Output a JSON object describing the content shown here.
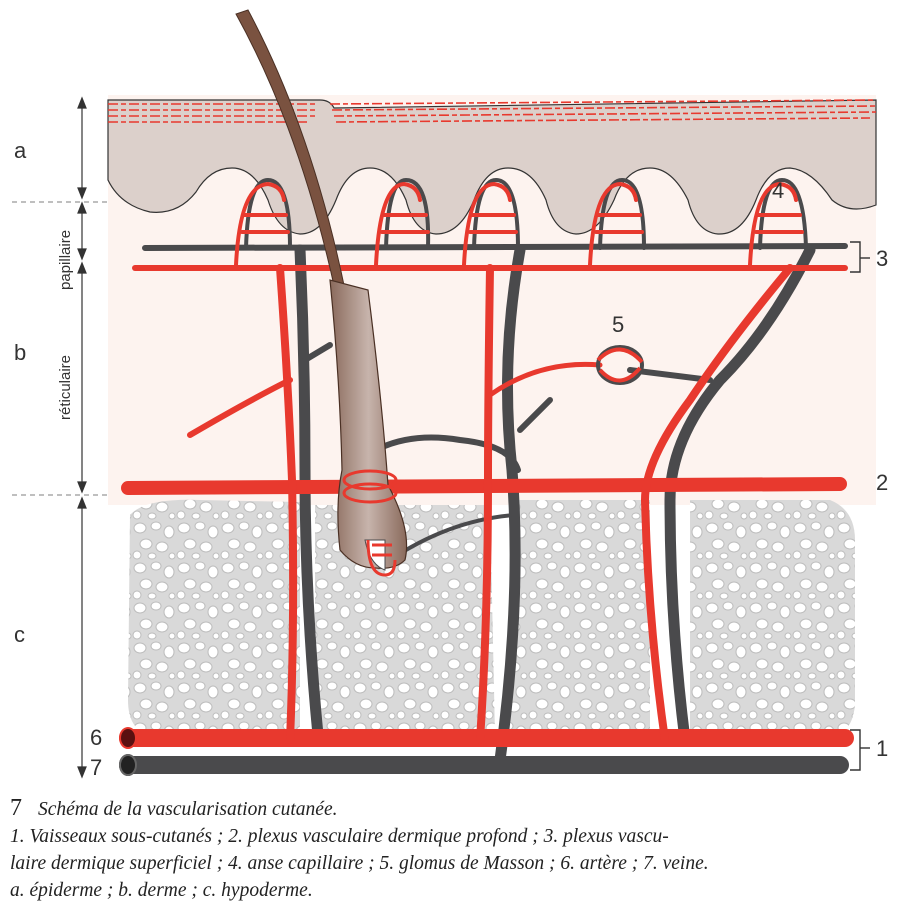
{
  "layers": {
    "a": "a",
    "b": "b",
    "c": "c",
    "papillaire": "papillaire",
    "reticulaire": "réticulaire"
  },
  "markers": {
    "n1": "1",
    "n2": "2",
    "n3": "3",
    "n4": "4",
    "n5": "5",
    "n6": "6",
    "n7": "7"
  },
  "colors": {
    "artery": "#e8392e",
    "vein": "#4a4a4c",
    "epidermis": "#dcd0cb",
    "dermis": "#fdf3ef",
    "hypodermis": "#dcdcdc",
    "hair": "#7a5240"
  },
  "caption": {
    "number": "7",
    "title": "Schéma de la vascularisation cutanée.",
    "line1": "1. Vaisseaux sous-cutanés ; 2. plexus vasculaire dermique profond ; 3. plexus vascu-",
    "line2": "laire dermique superficiel ; 4. anse capillaire ; 5. glomus de Masson ; 6. artère ; 7. veine.",
    "line3": "a. épiderme ; b. derme ; c. hypoderme."
  }
}
